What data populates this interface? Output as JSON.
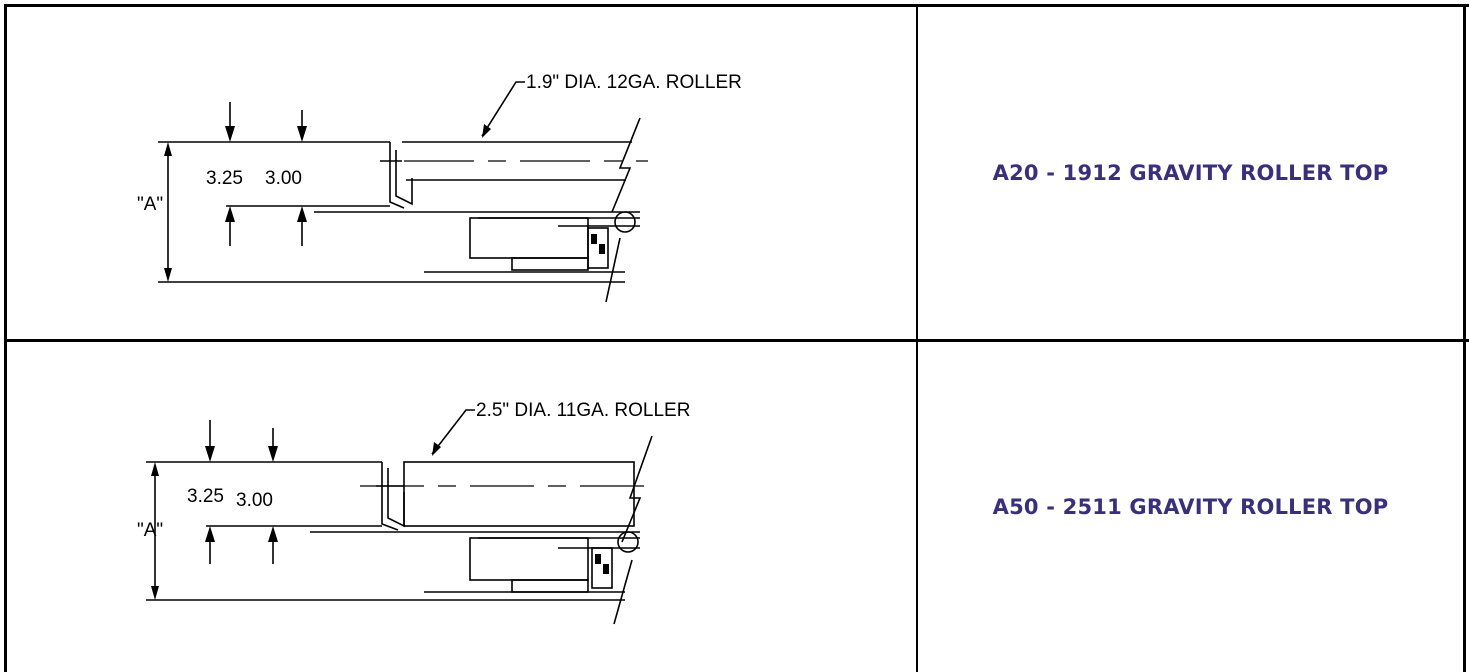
{
  "rows": [
    {
      "title": "A20 - 1912 GRAVITY ROLLER TOP",
      "roller_callout": "1.9\" DIA. 12GA. ROLLER",
      "dim_outer": "3.25",
      "dim_inner": "3.00",
      "dim_a": "\"A\""
    },
    {
      "title": "A50 - 2511 GRAVITY ROLLER TOP",
      "roller_callout": "2.5\" DIA. 11GA. ROLLER",
      "dim_outer": "3.25",
      "dim_inner": "3.00",
      "dim_a": "\"A\""
    }
  ],
  "colors": {
    "title": "#3a2f7a",
    "lines": "#000000"
  }
}
